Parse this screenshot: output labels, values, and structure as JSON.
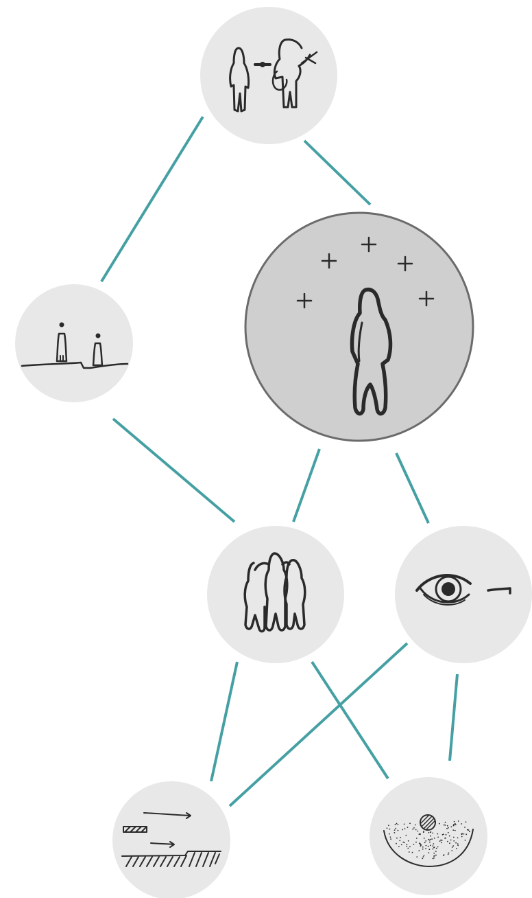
{
  "colors": {
    "connector": "#45a0a3",
    "node_fill": "#e8e8e9",
    "focus_fill": "#cfcfd0",
    "focus_stroke": "#6b6b6b",
    "ink": "#2a2a2a"
  },
  "nodes": [
    {
      "id": "pair-meeting",
      "icon": "person-meeting-creature-icon",
      "focus": false
    },
    {
      "id": "distance",
      "icon": "two-figures-on-horizon-icon",
      "focus": false
    },
    {
      "id": "self",
      "icon": "figure-under-stars-icon",
      "focus": true
    },
    {
      "id": "group",
      "icon": "three-figures-group-icon",
      "focus": false
    },
    {
      "id": "observer",
      "icon": "eye-looking-icon",
      "focus": false
    },
    {
      "id": "motion",
      "icon": "arrows-over-ground-icon",
      "focus": false
    },
    {
      "id": "field",
      "icon": "dotted-bowl-with-ball-icon",
      "focus": false
    }
  ],
  "edges": [
    [
      "pair-meeting",
      "distance"
    ],
    [
      "pair-meeting",
      "self"
    ],
    [
      "distance",
      "group"
    ],
    [
      "self",
      "group"
    ],
    [
      "self",
      "observer"
    ],
    [
      "group",
      "motion"
    ],
    [
      "group",
      "field"
    ],
    [
      "observer",
      "motion"
    ],
    [
      "observer",
      "field"
    ]
  ]
}
